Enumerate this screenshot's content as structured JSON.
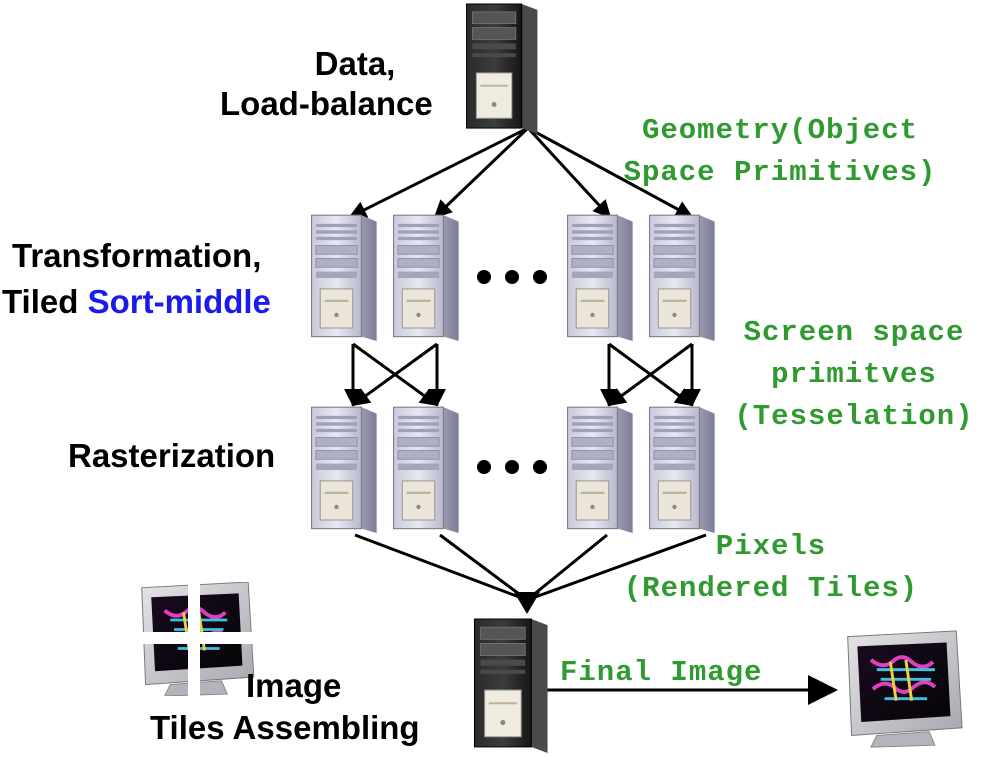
{
  "labels": {
    "data_load_balance": [
      "Data,",
      "Load-balance"
    ],
    "transformation": "Transformation,",
    "tiled": "Tiled ",
    "sort_middle": "Sort-middle",
    "rasterization": "Rasterization",
    "image_tiles_assembling": [
      "Image",
      "Tiles Assembling"
    ]
  },
  "annotations": {
    "geometry": [
      "Geometry(Object",
      "Space Primitives)"
    ],
    "screen_space": [
      "Screen space",
      "primitves",
      "(Tesselation)"
    ],
    "pixels": [
      "Pixels",
      "(Rendered Tiles)"
    ],
    "final_image": "Final Image"
  },
  "colors": {
    "annotation_green": "#2f9a2f",
    "sort_middle_blue": "#1a1aee",
    "arrow": "#000000",
    "tower_body": "#d4d4e2",
    "tower_dark": "#1a1a1a"
  },
  "icons": {
    "server": "server-tower-icon",
    "monitor": "crt-monitor-icon",
    "ellipsis": "ellipsis-dots-icon"
  }
}
